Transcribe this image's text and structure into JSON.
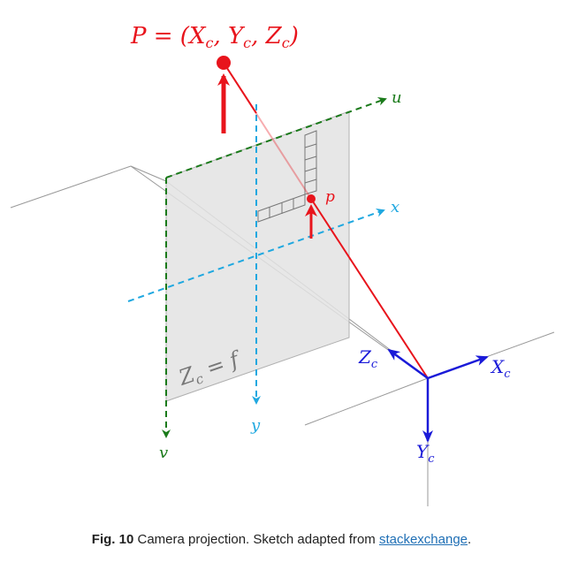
{
  "labels": {
    "point_P": "P = (X",
    "point_P_sub_x": "c",
    "point_P_sep1": ", Y",
    "point_P_sub_y": "c",
    "point_P_sep2": ", Z",
    "point_P_sub_z": "c",
    "point_P_close": ")",
    "image_point": "p",
    "axis_u": "u",
    "axis_v": "v",
    "axis_x": "x",
    "axis_y": "y",
    "plane_eq_main": "Z",
    "plane_eq_sub": "c",
    "plane_eq_rest": " = f",
    "cam_X": "X",
    "cam_X_sub": "c",
    "cam_Y": "Y",
    "cam_Y_sub": "c",
    "cam_Z": "Z",
    "cam_Z_sub": "c"
  },
  "caption": {
    "label": "Fig. 10",
    "text": " Camera projection. Sketch adapted from ",
    "link": "stackexchange",
    "end": "."
  },
  "colors": {
    "red": "#e8141c",
    "green": "#1a7a1a",
    "cyan": "#20a8e0",
    "blue": "#1a1ad8",
    "gray": "#888888",
    "plane": "#e3e3e3"
  }
}
